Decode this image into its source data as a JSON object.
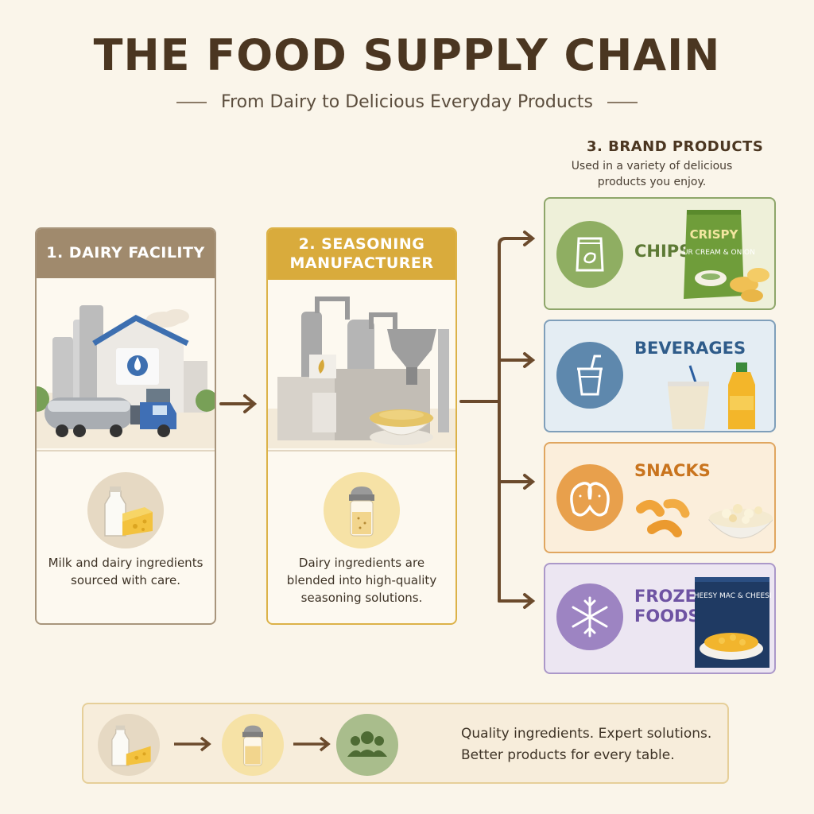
{
  "header": {
    "title": "THE FOOD SUPPLY CHAIN",
    "subtitle": "From Dairy to Delicious Everyday Products"
  },
  "stages": [
    {
      "label": "1. DAIRY FACILITY",
      "description": "Milk and dairy ingredients sourced with care.",
      "scene_icon": "dairy-plant-and-tanker-truck",
      "badge_icon": "milk-and-cheese-icon",
      "color": "#a08a6d"
    },
    {
      "label": "2. SEASONING MANUFACTURER",
      "description": "Dairy ingredients are blended into high-quality seasoning solutions.",
      "scene_icon": "seasoning-factory-and-powder-bowl",
      "badge_icon": "salt-shaker-icon",
      "color": "#d9ab3c"
    }
  ],
  "brand_products": {
    "heading": "3. BRAND PRODUCTS",
    "description": "Used in a variety of delicious products you enjoy.",
    "items": [
      {
        "label": "CHIPS",
        "icon": "chip-bag-icon",
        "color": "#8fae62",
        "package_text": "CRISPY",
        "package_subtext": "SOUR CREAM & ONION"
      },
      {
        "label": "BEVERAGES",
        "icon": "cup-with-straw-icon",
        "color": "#5e88ad"
      },
      {
        "label": "SNACKS",
        "icon": "pretzel-icon",
        "color": "#e8a04c"
      },
      {
        "label": "FROZEN FOODS",
        "icon": "snowflake-icon",
        "color": "#9d84c2",
        "package_text": "CHEESY MAC & CHEESE"
      }
    ]
  },
  "footer": {
    "flow_icons": [
      "milk-and-cheese-icon",
      "salt-shaker-icon",
      "people-icon"
    ],
    "tagline_line1": "Quality ingredients. Expert solutions.",
    "tagline_line2": "Better products for every table."
  },
  "colors": {
    "background": "#faf5ea",
    "arrow": "#6b4a2c",
    "title": "#4b3621"
  }
}
